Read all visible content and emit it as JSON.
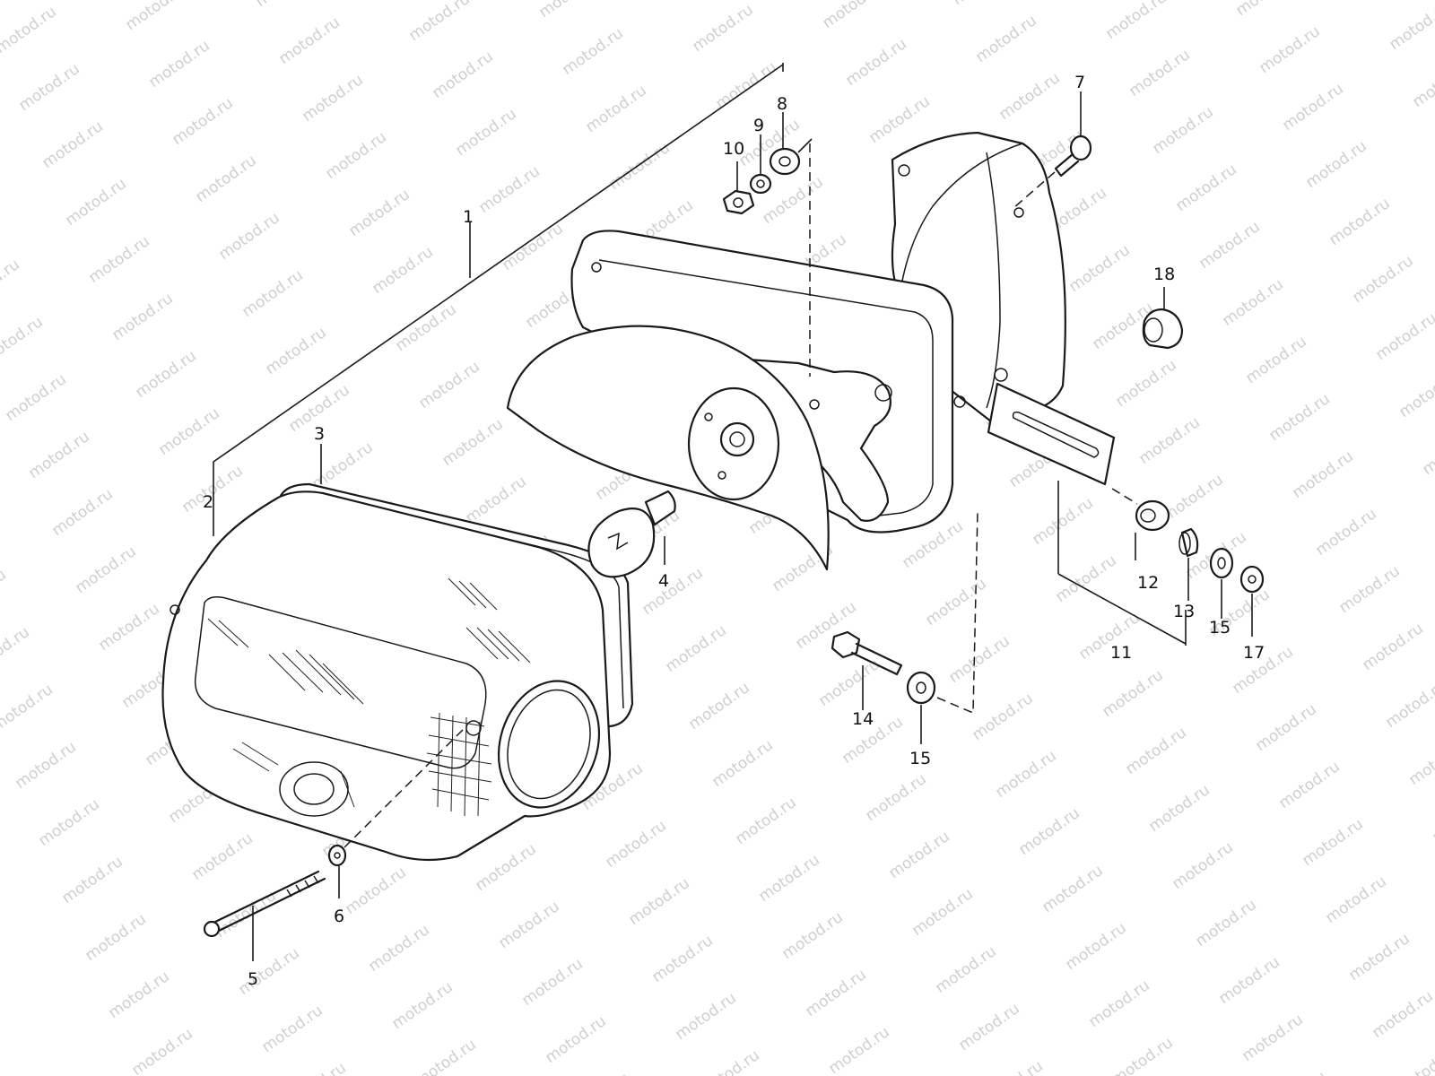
{
  "watermark": "motod.ru",
  "callouts": [
    {
      "id": "c1",
      "label": "1"
    },
    {
      "id": "c2",
      "label": "2"
    },
    {
      "id": "c3",
      "label": "3"
    },
    {
      "id": "c4",
      "label": "4"
    },
    {
      "id": "c5",
      "label": "5"
    },
    {
      "id": "c6",
      "label": "6"
    },
    {
      "id": "c7",
      "label": "7"
    },
    {
      "id": "c8",
      "label": "8"
    },
    {
      "id": "c9",
      "label": "9"
    },
    {
      "id": "c10",
      "label": "10"
    },
    {
      "id": "c11",
      "label": "11"
    },
    {
      "id": "c12",
      "label": "12"
    },
    {
      "id": "c13",
      "label": "13"
    },
    {
      "id": "c14",
      "label": "14"
    },
    {
      "id": "c15a",
      "label": "15"
    },
    {
      "id": "c15b",
      "label": "15"
    },
    {
      "id": "c17",
      "label": "17"
    },
    {
      "id": "c18",
      "label": "18"
    }
  ],
  "colors": {
    "line": "#1a1a1a",
    "watermark": "#cfcfcf",
    "background": "#ffffff"
  }
}
